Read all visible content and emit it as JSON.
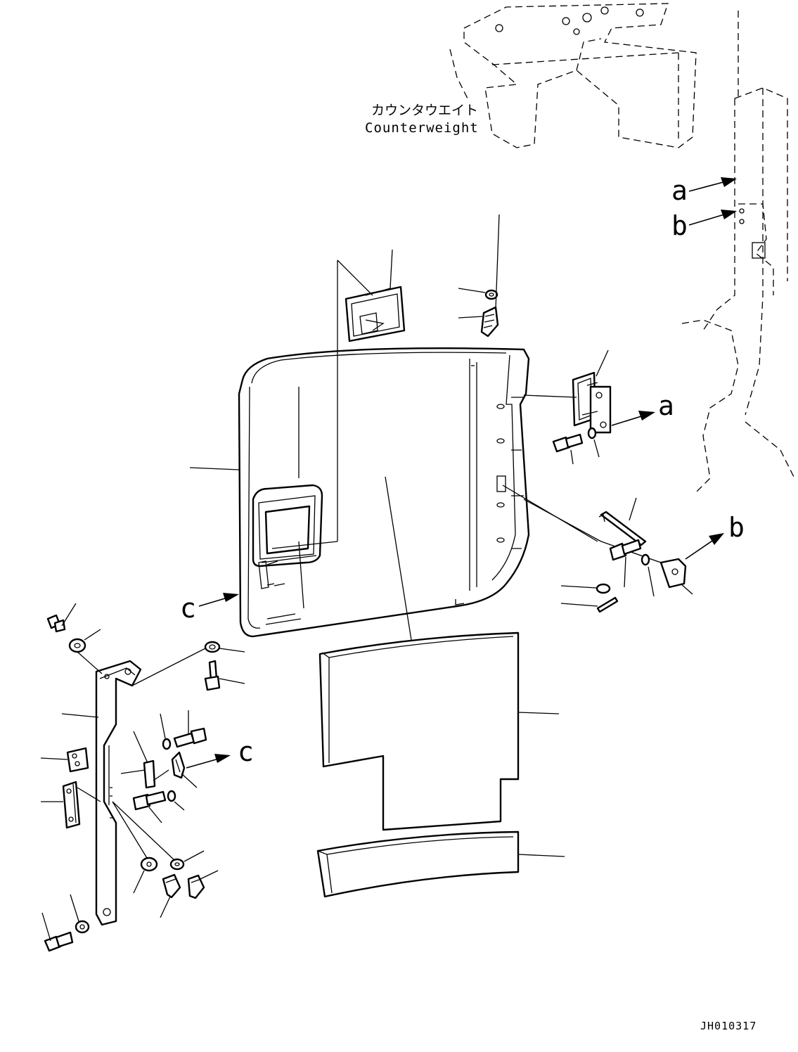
{
  "labels": {
    "counterweight_jp": "カウンタウエイト",
    "counterweight_en": "Counterweight",
    "ref_a_frame": "a",
    "ref_b_frame": "b",
    "ref_a_hinge": "a",
    "ref_b_bracket": "b",
    "ref_c_cover": "c",
    "ref_c_bracket": "c",
    "drawing_code": "JH010317"
  }
}
